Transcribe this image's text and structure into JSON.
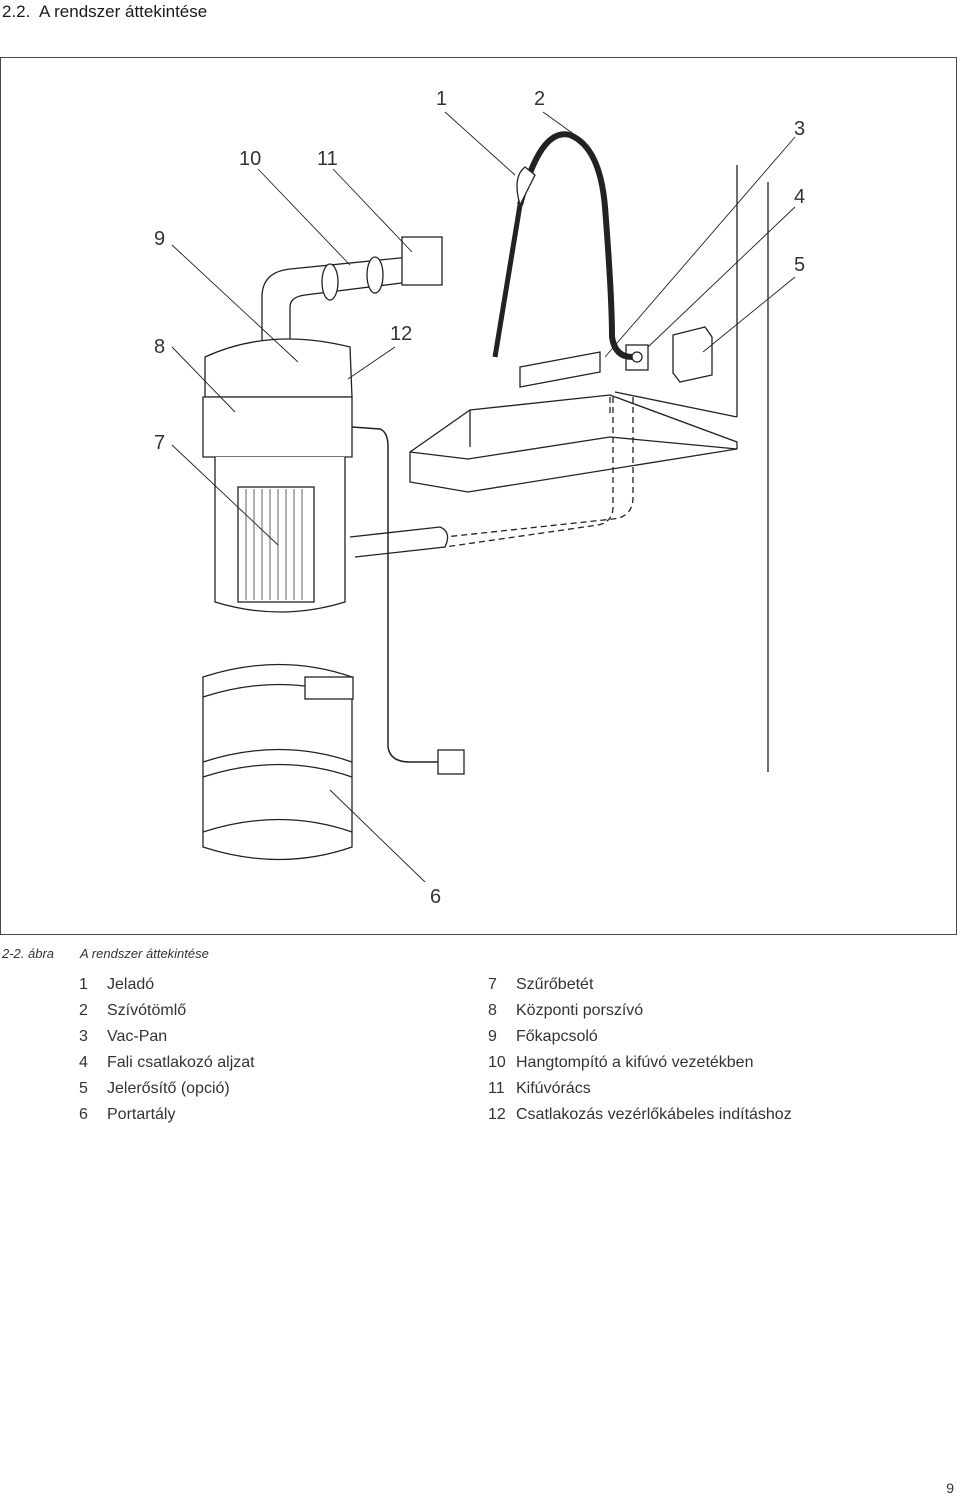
{
  "header": {
    "number": "2.2.",
    "title": "A rendszer áttekintése"
  },
  "figure": {
    "callouts": [
      "1",
      "2",
      "3",
      "4",
      "5",
      "6",
      "7",
      "8",
      "9",
      "10",
      "11",
      "12"
    ]
  },
  "caption": {
    "number": "2-2. ábra",
    "text": "A rendszer áttekintése"
  },
  "legend": {
    "left": [
      {
        "n": "1",
        "label": "Jeladó"
      },
      {
        "n": "2",
        "label": "Szívótömlő"
      },
      {
        "n": "3",
        "label": "Vac-Pan"
      },
      {
        "n": "4",
        "label": "Fali csatlakozó aljzat"
      },
      {
        "n": "5",
        "label": "Jelerősítő (opció)"
      },
      {
        "n": "6",
        "label": "Portartály"
      }
    ],
    "right": [
      {
        "n": "7",
        "label": "Szűrőbetét"
      },
      {
        "n": "8",
        "label": "Központi porszívó"
      },
      {
        "n": "9",
        "label": "Főkapcsoló"
      },
      {
        "n": "10",
        "label": "Hangtompító a kifúvó vezetékben"
      },
      {
        "n": "11",
        "label": "Kifúvórács"
      },
      {
        "n": "12",
        "label": "Csatlakozás vezérlőkábeles indításhoz"
      }
    ]
  },
  "page_number": "9"
}
